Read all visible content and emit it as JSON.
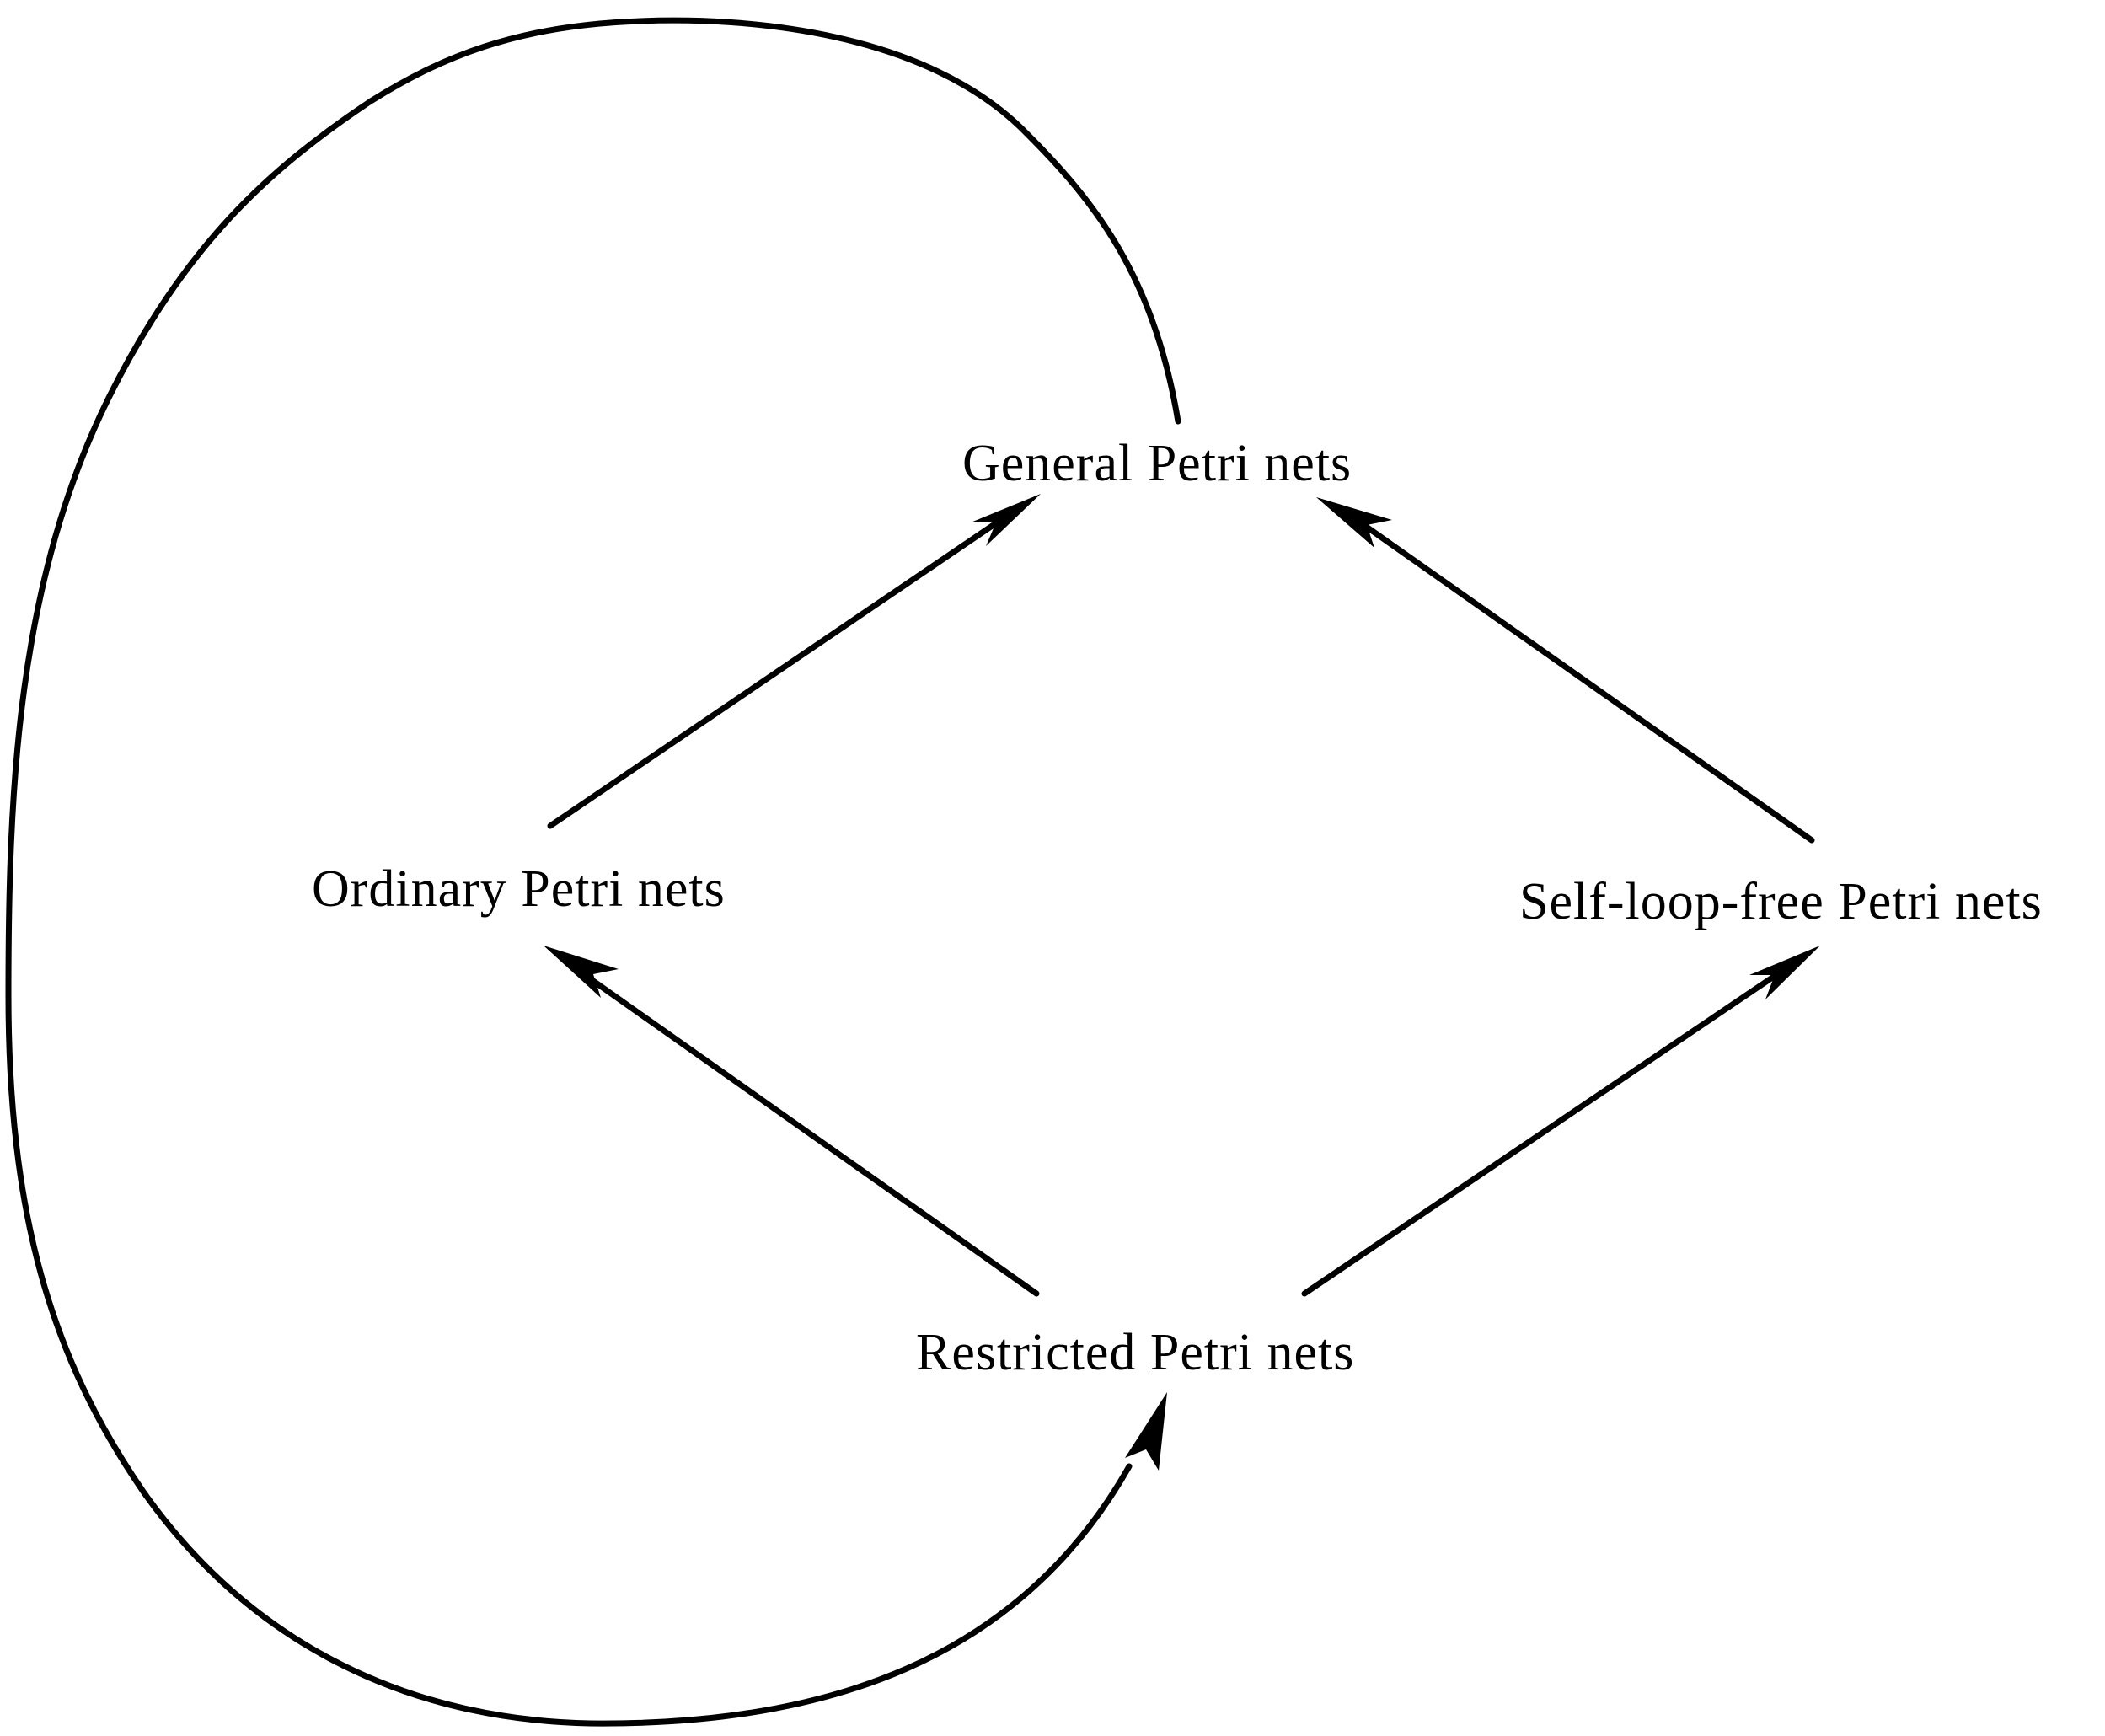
{
  "nodes": {
    "general": "General Petri nets",
    "ordinary": "Ordinary Petri nets",
    "self_loop_free": "Self-loop-free Petri nets",
    "restricted": "Restricted Petri nets"
  },
  "edges": [
    {
      "from": "ordinary",
      "to": "general"
    },
    {
      "from": "self_loop_free",
      "to": "general"
    },
    {
      "from": "restricted",
      "to": "ordinary"
    },
    {
      "from": "restricted",
      "to": "self_loop_free"
    },
    {
      "from": "general",
      "to": "restricted"
    }
  ],
  "colors": {
    "line": "#000000",
    "background": "#ffffff"
  }
}
